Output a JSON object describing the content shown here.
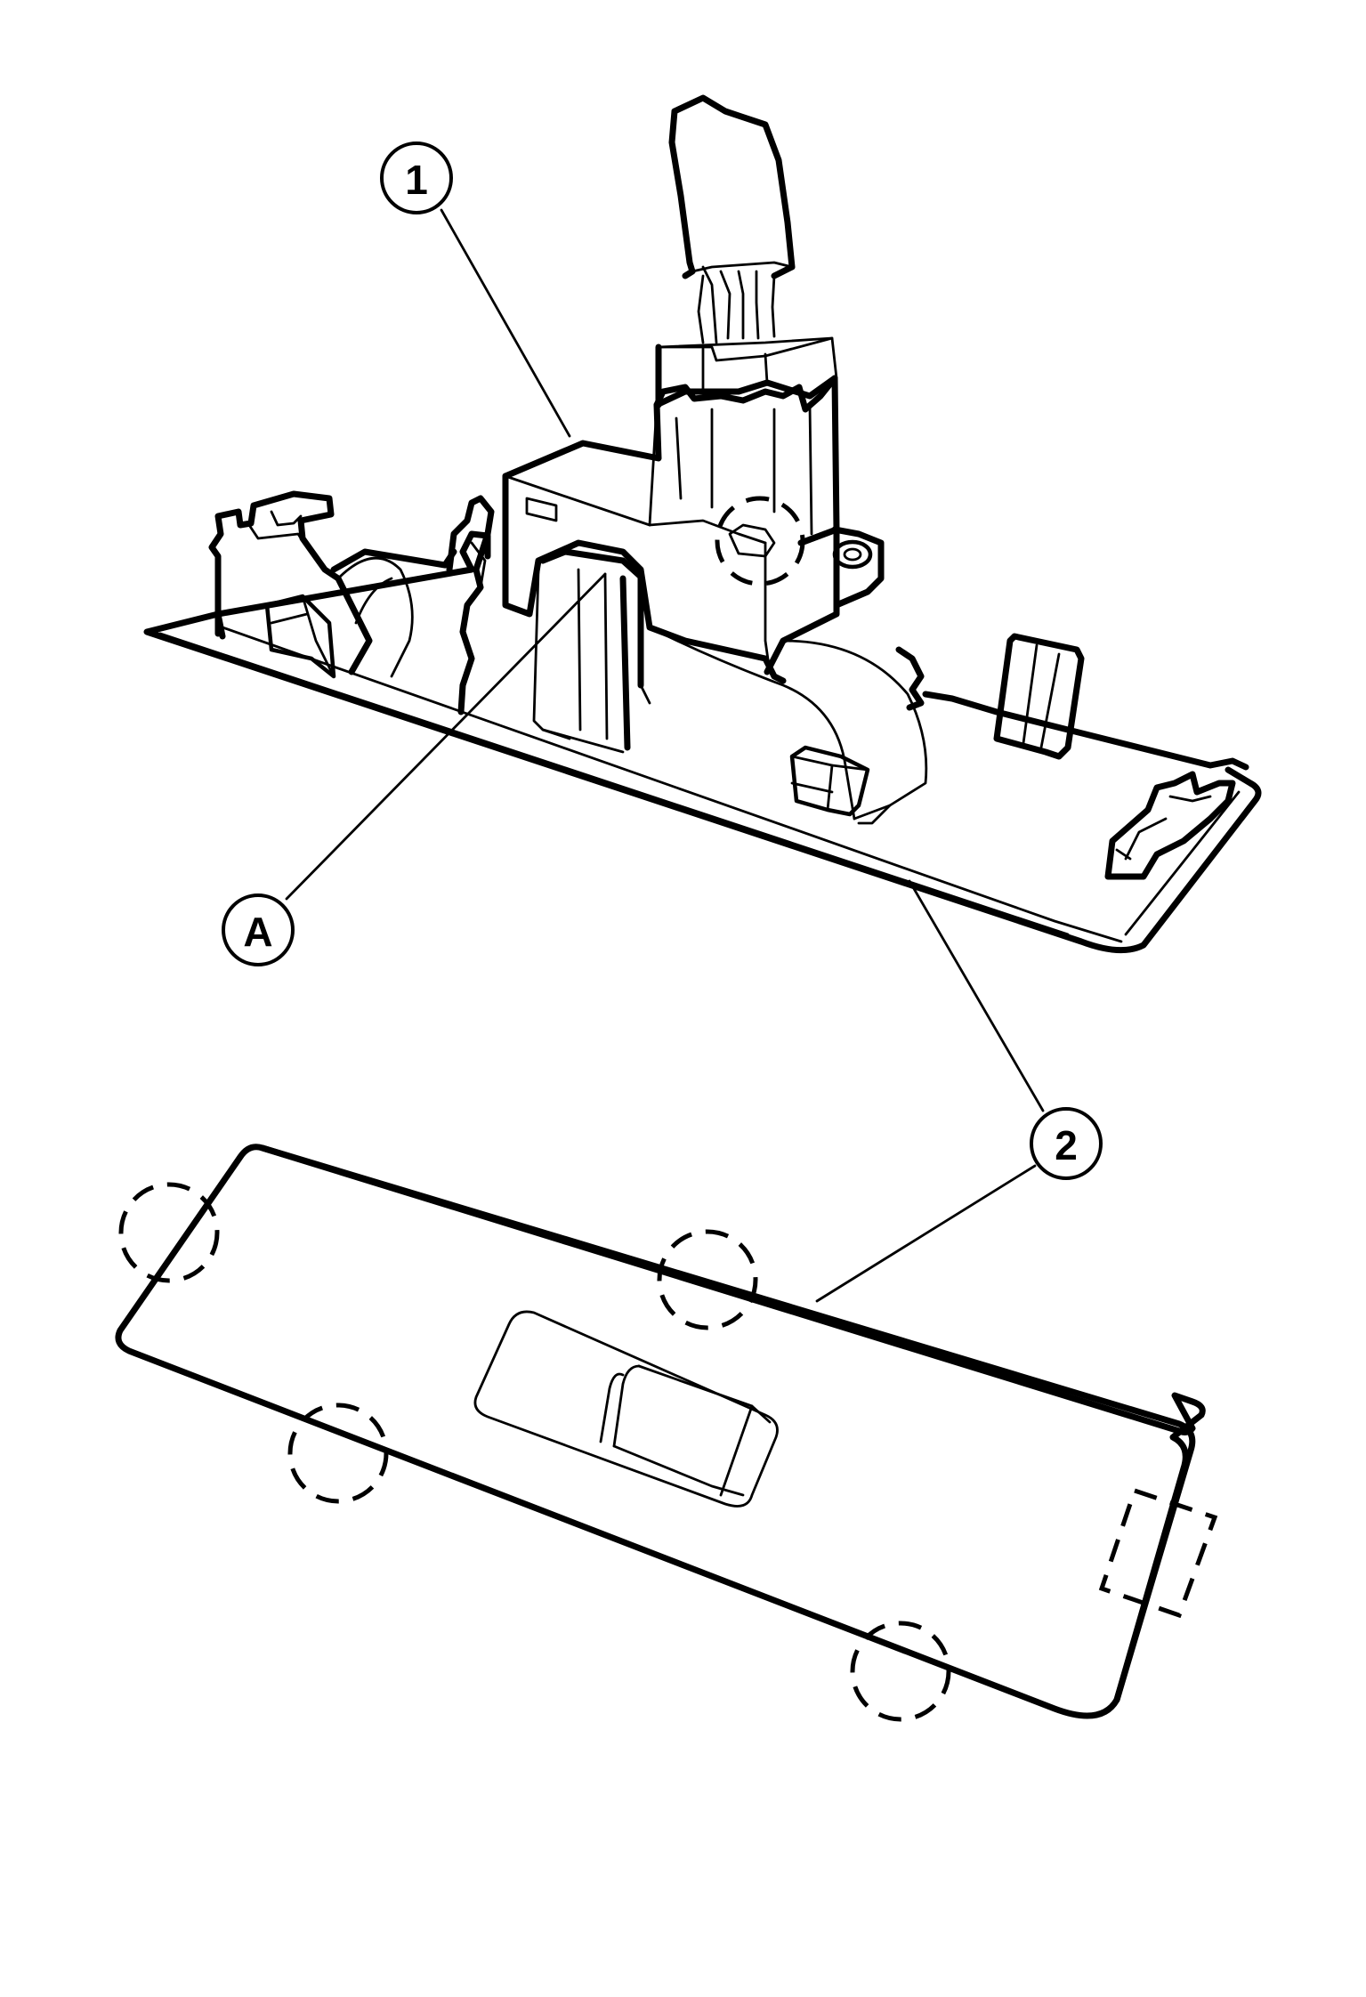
{
  "callouts": {
    "part1": "1",
    "part2": "2",
    "detailA": "A"
  }
}
